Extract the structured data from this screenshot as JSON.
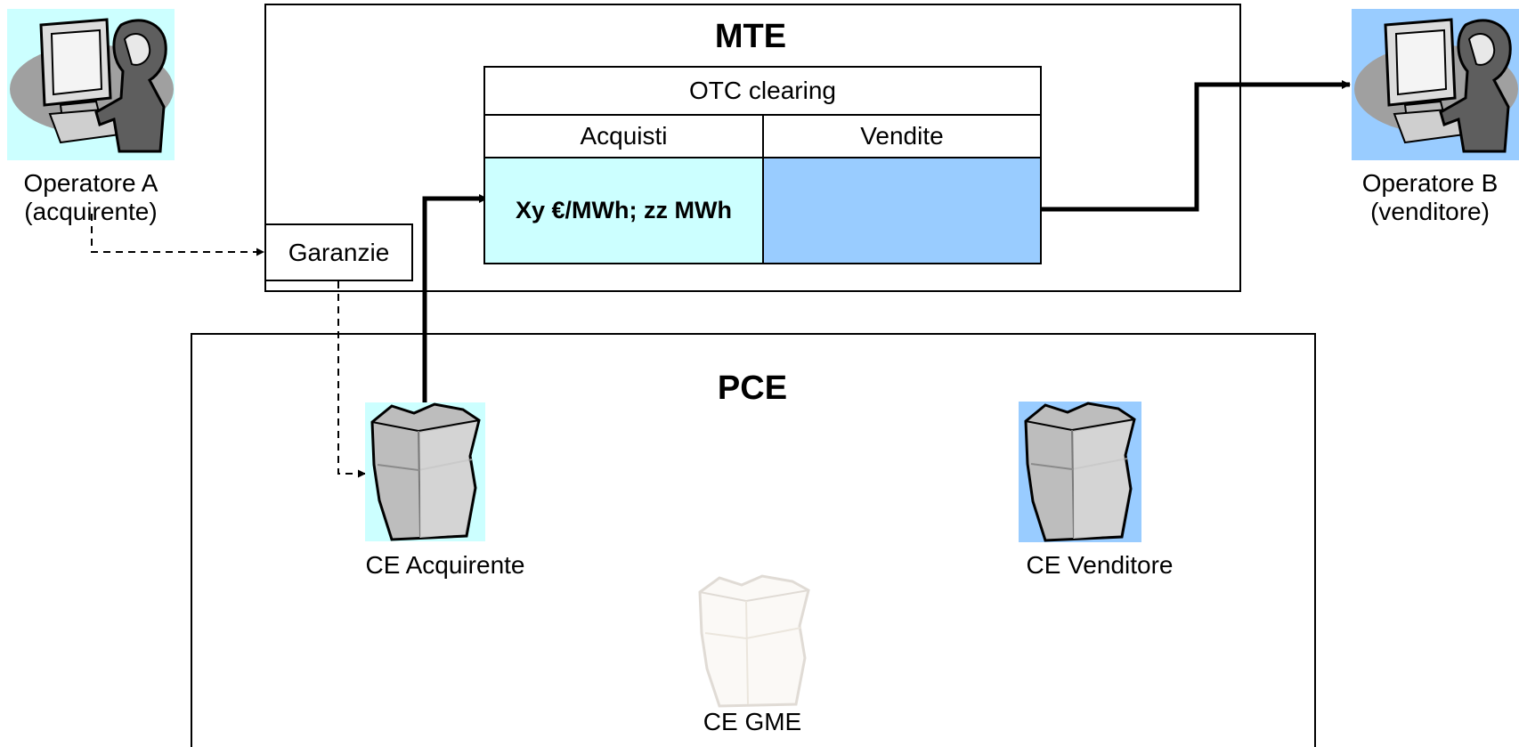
{
  "mte": {
    "title": "MTE",
    "table": {
      "header": "OTC clearing",
      "col_buy": "Acquisti",
      "col_sell": "Vendite",
      "buy_cell": "Xy €/MWh; zz MWh",
      "sell_cell": ""
    },
    "guarantees": "Garanzie"
  },
  "pce": {
    "title": "PCE",
    "accounts": {
      "buyer": "CE Acquirente",
      "seller": "CE Venditore",
      "gme": "CE GME"
    }
  },
  "operators": {
    "a_line1": "Operatore A",
    "a_line2": "(acquirente)",
    "b_line1": "Operatore B",
    "b_line2": "(venditore)"
  },
  "colors": {
    "buy_cell": "#ccffff",
    "sell_cell": "#99ccff",
    "operator_a_bg": "#ccffff",
    "operator_b_bg": "#99ccff",
    "line": "#000000"
  },
  "icons": {
    "operator": "person-at-computer-icon",
    "account": "bag-icon"
  }
}
